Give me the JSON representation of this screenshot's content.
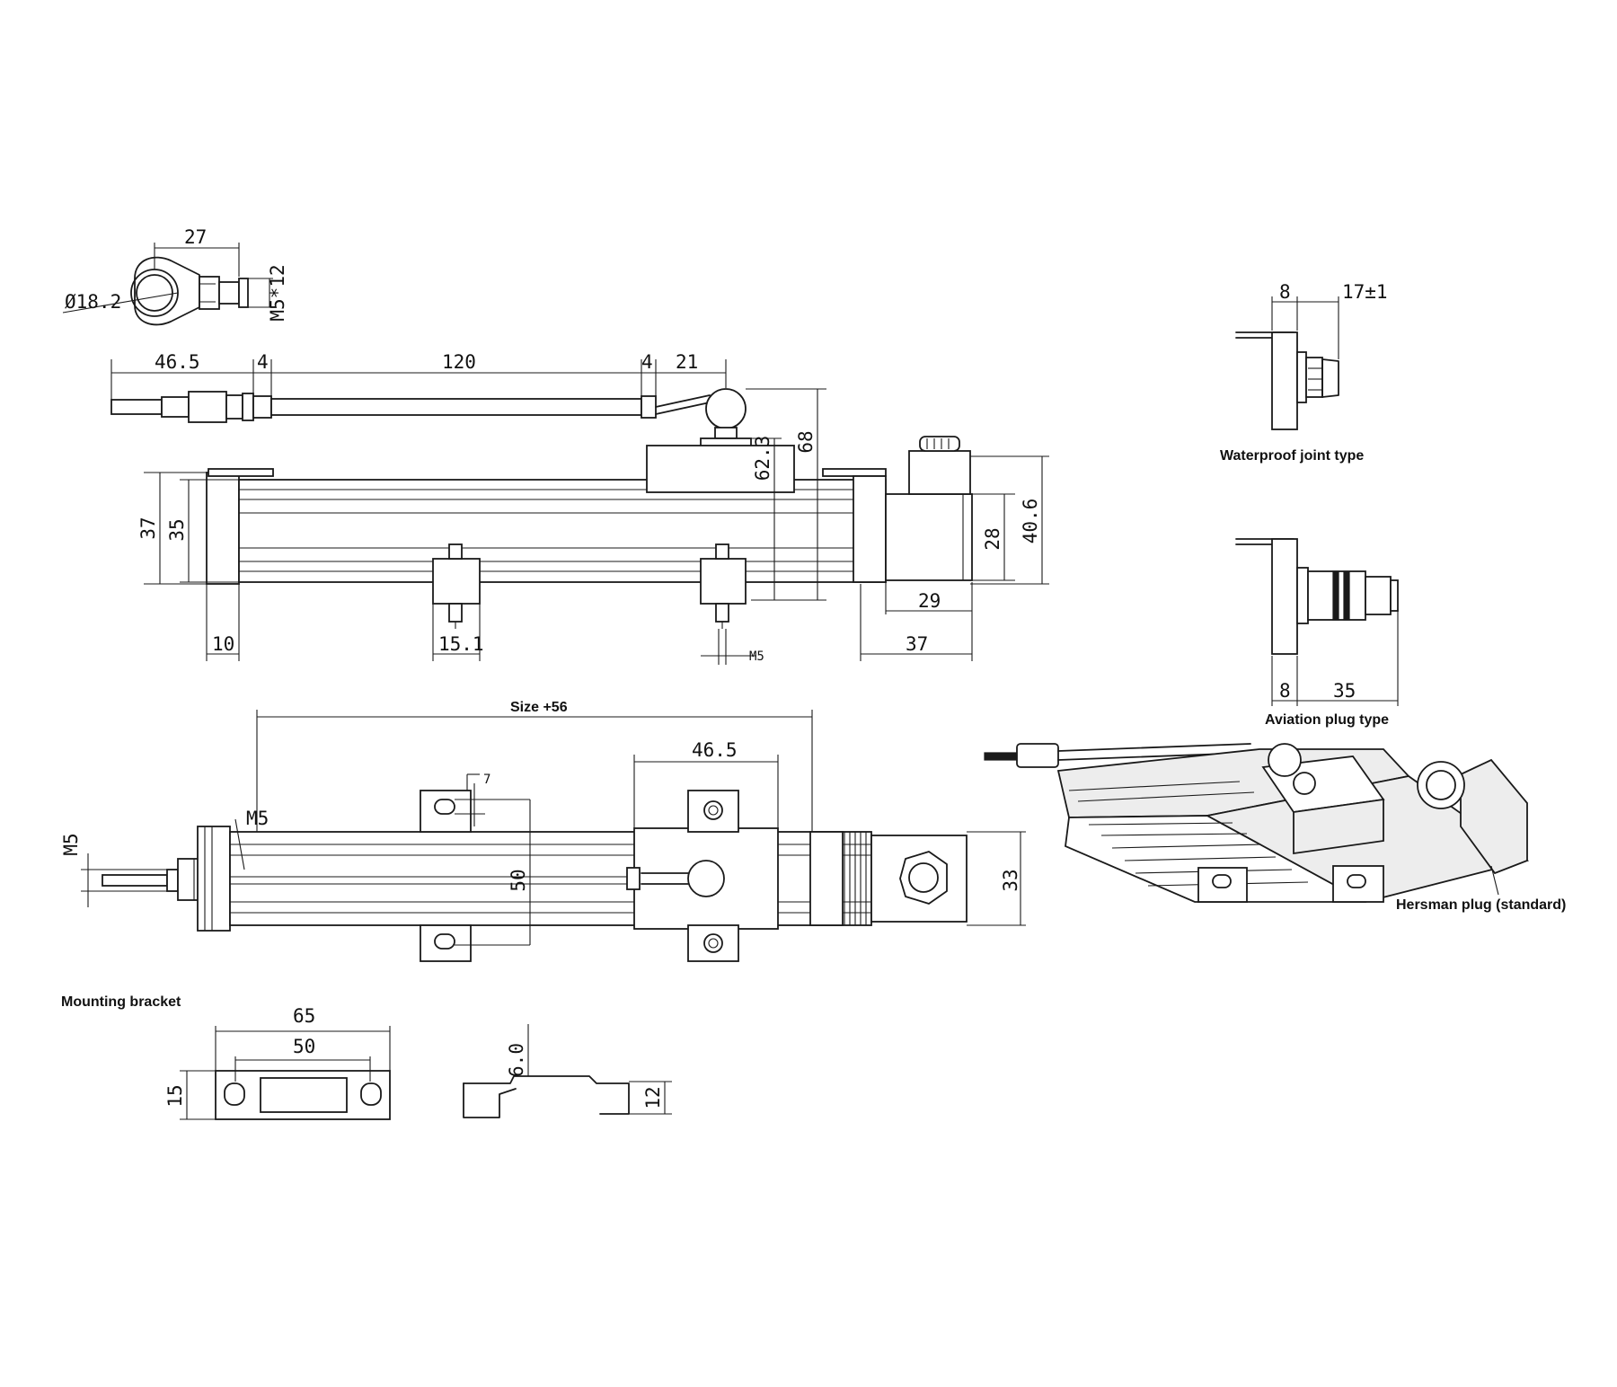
{
  "dimensions": {
    "eye_width": "27",
    "eye_diameter": "Ø18.2",
    "eye_thread": "M5*12",
    "rod_left": "46.5",
    "rod_gap_left": "4",
    "rod_stroke": "120",
    "rod_gap_right": "4",
    "rod_right": "21",
    "height_62_3": "62.3",
    "height_68": "68",
    "height_37": "37",
    "height_35": "35",
    "height_28": "28",
    "height_40_6": "40.6",
    "width_29": "29",
    "width_37": "37",
    "end_10": "10",
    "bracket_15_1": "15.1",
    "thread_m5_small": "M5",
    "size_plus_56": "Size +56",
    "slider_46_5": "46.5",
    "slot_7": "7",
    "top_m5": "M5",
    "left_m5": "M5",
    "span_50": "50",
    "height_33": "33",
    "wp_8": "8",
    "wp_17": "17±1",
    "av_8": "8",
    "av_35": "35",
    "mb_65": "65",
    "mb_50": "50",
    "mb_15": "15",
    "mb_6_0": "6.0",
    "mb_12": "12"
  },
  "labels": {
    "waterproof": "Waterproof joint type",
    "aviation": "Aviation plug type",
    "hersman": "Hersman plug (standard)",
    "mounting_bracket": "Mounting bracket"
  }
}
